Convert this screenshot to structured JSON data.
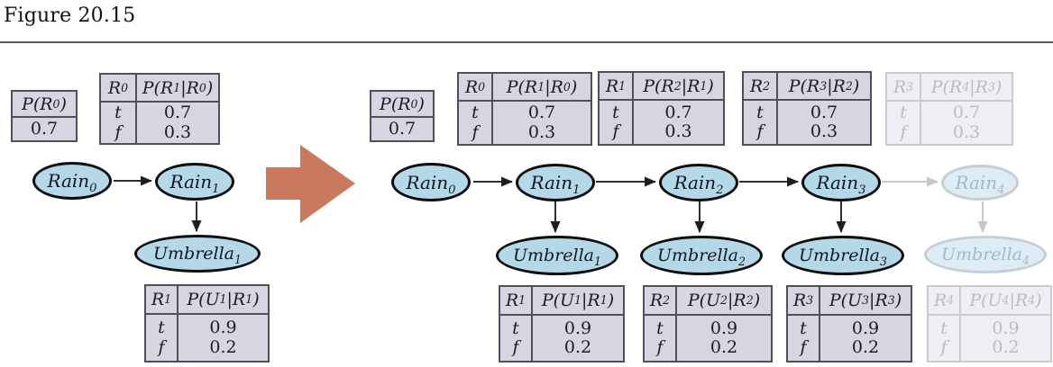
{
  "figure_label": "Figure 20.15",
  "colors": {
    "big_arrow": "#c8795e",
    "table_bg": "#d8d4e2",
    "table_border": "#524f59",
    "node_fill": "#b5d8e8",
    "node_border": "#0d0d10",
    "faded_stroke": "#c4cacd"
  },
  "left": {
    "prior": {
      "header": "P(R_0)",
      "value": "0.7"
    },
    "transition": {
      "cond": "R_0",
      "prob": "P(R_1|R_0)",
      "rows": [
        {
          "c": "t",
          "p": "0.7"
        },
        {
          "c": "f",
          "p": "0.3"
        }
      ]
    },
    "sensor": {
      "cond": "R_1",
      "prob": "P(U_1|R_1)",
      "rows": [
        {
          "c": "t",
          "p": "0.9"
        },
        {
          "c": "f",
          "p": "0.2"
        }
      ]
    },
    "nodes": {
      "rain0": "Rain_0",
      "rain1": "Rain_1",
      "umbrella1": "Umbrella_1"
    }
  },
  "right": {
    "prior": {
      "header": "P(R_0)",
      "value": "0.7"
    },
    "transitions": [
      {
        "cond": "R_0",
        "prob": "P(R_1|R_0)",
        "rows": [
          {
            "c": "t",
            "p": "0.7"
          },
          {
            "c": "f",
            "p": "0.3"
          }
        ]
      },
      {
        "cond": "R_1",
        "prob": "P(R_2|R_1)",
        "rows": [
          {
            "c": "t",
            "p": "0.7"
          },
          {
            "c": "f",
            "p": "0.3"
          }
        ]
      },
      {
        "cond": "R_2",
        "prob": "P(R_3|R_2)",
        "rows": [
          {
            "c": "t",
            "p": "0.7"
          },
          {
            "c": "f",
            "p": "0.3"
          }
        ]
      },
      {
        "cond": "R_3",
        "prob": "P(R_4|R_3)",
        "rows": [
          {
            "c": "t",
            "p": "0.7"
          },
          {
            "c": "f",
            "p": "0.3"
          }
        ]
      }
    ],
    "sensors": [
      {
        "cond": "R_1",
        "prob": "P(U_1|R_1)",
        "rows": [
          {
            "c": "t",
            "p": "0.9"
          },
          {
            "c": "f",
            "p": "0.2"
          }
        ]
      },
      {
        "cond": "R_2",
        "prob": "P(U_2|R_2)",
        "rows": [
          {
            "c": "t",
            "p": "0.9"
          },
          {
            "c": "f",
            "p": "0.2"
          }
        ]
      },
      {
        "cond": "R_3",
        "prob": "P(U_3|R_3)",
        "rows": [
          {
            "c": "t",
            "p": "0.9"
          },
          {
            "c": "f",
            "p": "0.2"
          }
        ]
      },
      {
        "cond": "R_4",
        "prob": "P(U_4|R_4)",
        "rows": [
          {
            "c": "t",
            "p": "0.9"
          },
          {
            "c": "f",
            "p": "0.2"
          }
        ]
      }
    ],
    "rains": [
      "Rain_0",
      "Rain_1",
      "Rain_2",
      "Rain_3",
      "Rain_4"
    ],
    "umbrellas": [
      "Umbrella_1",
      "Umbrella_2",
      "Umbrella_3",
      "Umbrella_4"
    ]
  }
}
